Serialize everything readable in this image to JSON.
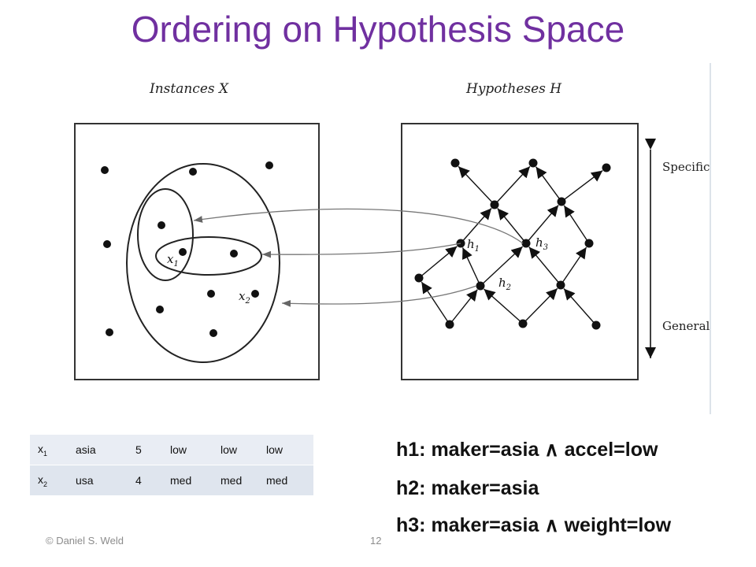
{
  "slide": {
    "title": "Ordering on Hypothesis Space",
    "footer_left": "© Daniel S. Weld",
    "page_number": "12"
  },
  "diagram": {
    "instances_label": "Instances X",
    "hypotheses_label": "Hypotheses H",
    "specific_label": "Specific",
    "general_label": "General",
    "x1_label": "x",
    "x1_sub": "1",
    "x2_label": "x",
    "x2_sub": "2",
    "h1_label": "h",
    "h1_sub": "1",
    "h2_label": "h",
    "h2_sub": "2",
    "h3_label": "h",
    "h3_sub": "3"
  },
  "instances_table": {
    "rows": [
      {
        "id": "x",
        "sub": "1",
        "cells": [
          "asia",
          "5",
          "low",
          "low",
          "low"
        ]
      },
      {
        "id": "x",
        "sub": "2",
        "cells": [
          "usa",
          "4",
          "med",
          "med",
          "med"
        ]
      }
    ]
  },
  "hypotheses": {
    "h1": {
      "prefix": "h1: maker=asia",
      "op": "∧",
      "suffix": "accel=low"
    },
    "h2": {
      "text": "h2: maker=asia"
    },
    "h3": {
      "prefix": "h3: maker=asia",
      "op": "∧",
      "suffix": "weight=low"
    }
  },
  "colors": {
    "title": "#7030a0",
    "ink": "#111111",
    "arc": "#777777",
    "table_row_a": "#e9edf4",
    "table_row_b": "#dfe5ee",
    "footer": "#8c8c8c"
  }
}
